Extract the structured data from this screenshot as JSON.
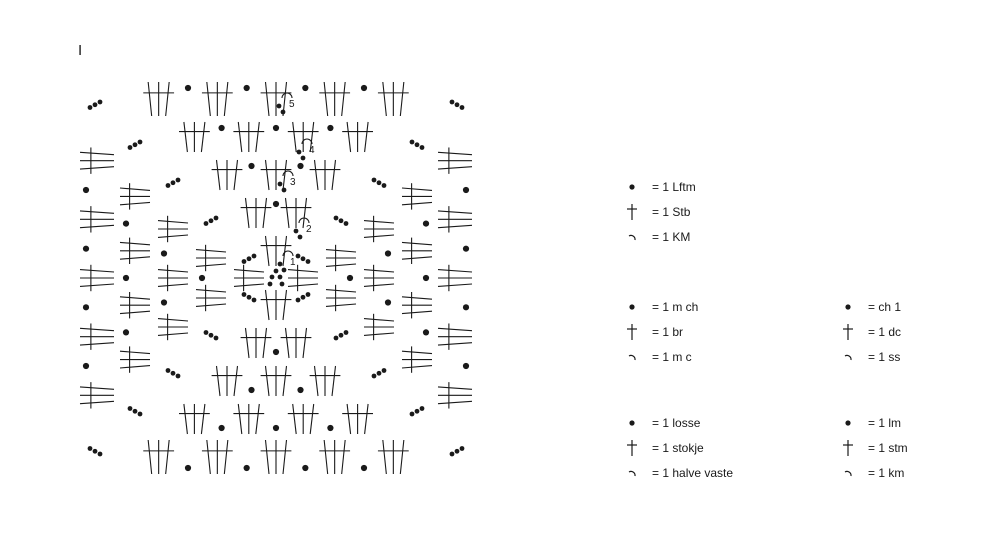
{
  "diagram": {
    "label": "I",
    "round_numbers": [
      "1",
      "2",
      "3",
      "4",
      "5"
    ]
  },
  "legend": [
    {
      "language": "German",
      "items": [
        {
          "icon": "chain-dot-icon",
          "text": "= 1 Lftm"
        },
        {
          "icon": "double-crochet-icon",
          "text": "= 1 Stb"
        },
        {
          "icon": "slip-stitch-icon",
          "text": "= 1 KM"
        }
      ]
    },
    {
      "language": "Italian",
      "items": [
        {
          "icon": "chain-dot-icon",
          "text": "= 1 m ch"
        },
        {
          "icon": "double-crochet-icon",
          "text": "= 1 br"
        },
        {
          "icon": "slip-stitch-icon",
          "text": "= 1 m c"
        }
      ]
    },
    {
      "language": "English",
      "items": [
        {
          "icon": "chain-dot-icon",
          "text": "= ch 1"
        },
        {
          "icon": "double-crochet-icon",
          "text": "= 1 dc"
        },
        {
          "icon": "slip-stitch-icon",
          "text": "= 1 ss"
        }
      ]
    },
    {
      "language": "Dutch",
      "items": [
        {
          "icon": "chain-dot-icon",
          "text": "= 1 losse"
        },
        {
          "icon": "double-crochet-icon",
          "text": "= 1 stokje"
        },
        {
          "icon": "slip-stitch-icon",
          "text": "= 1 halve vaste"
        }
      ]
    },
    {
      "language": "Swedish",
      "items": [
        {
          "icon": "chain-dot-icon",
          "text": "= 1 lm"
        },
        {
          "icon": "double-crochet-icon",
          "text": "= 1 stm"
        },
        {
          "icon": "slip-stitch-icon",
          "text": "= 1 km"
        }
      ]
    }
  ],
  "colors": {
    "ink": "#1a1a1a",
    "background": "#ffffff"
  }
}
